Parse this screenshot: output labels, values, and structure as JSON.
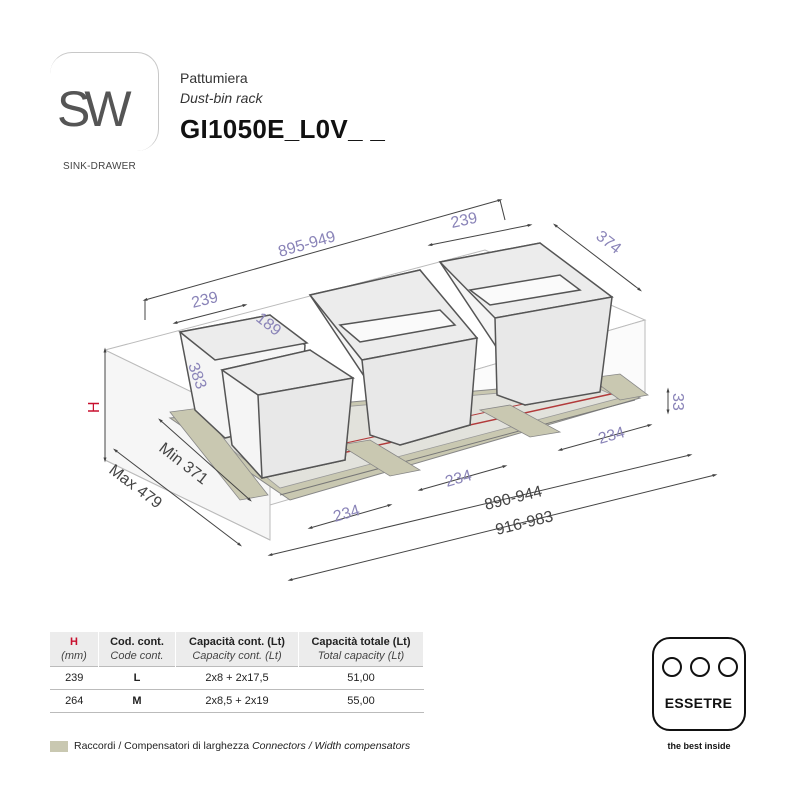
{
  "brand_series": {
    "logo": "SW",
    "subtitle": "SINK-DRAWER"
  },
  "product": {
    "name_it": "Pattumiera",
    "name_en": "Dust-bin rack",
    "code": "GI1050E_L0V_ _"
  },
  "dimensions": {
    "total_width": "895-949",
    "bin_width_top_left": "239",
    "bin_width_top_right": "239",
    "depth_right": "374",
    "small_bin": "189",
    "left_depth": "383",
    "height_label": "H",
    "base_height": "33",
    "min_depth": "Min 371",
    "max_depth": "Max 479",
    "base_234_a": "234",
    "base_234_b": "234",
    "base_234_c": "234",
    "inner_width": "890-944",
    "outer_width": "916-983"
  },
  "table": {
    "headers": [
      {
        "it": "H",
        "en": "(mm)"
      },
      {
        "it": "Cod. cont.",
        "en": "Code cont."
      },
      {
        "it": "Capacità cont. (Lt)",
        "en": "Capacity cont. (Lt)"
      },
      {
        "it": "Capacità totale (Lt)",
        "en": "Total capacity (Lt)"
      }
    ],
    "rows": [
      [
        "239",
        "L",
        "2x8 + 2x17,5",
        "51,00"
      ],
      [
        "264",
        "M",
        "2x8,5 + 2x19",
        "55,00"
      ]
    ]
  },
  "legend": {
    "text_it": "Raccordi / Compensatori di larghezza",
    "text_en": "Connectors / Width compensators",
    "swatch_color": "#c9c8b1"
  },
  "manufacturer": {
    "name": "ESSETRE",
    "tagline": "the best inside"
  },
  "colors": {
    "dimension_text": "#8a84b8",
    "height_red": "#c8102e",
    "connector": "#c9c8b1"
  }
}
